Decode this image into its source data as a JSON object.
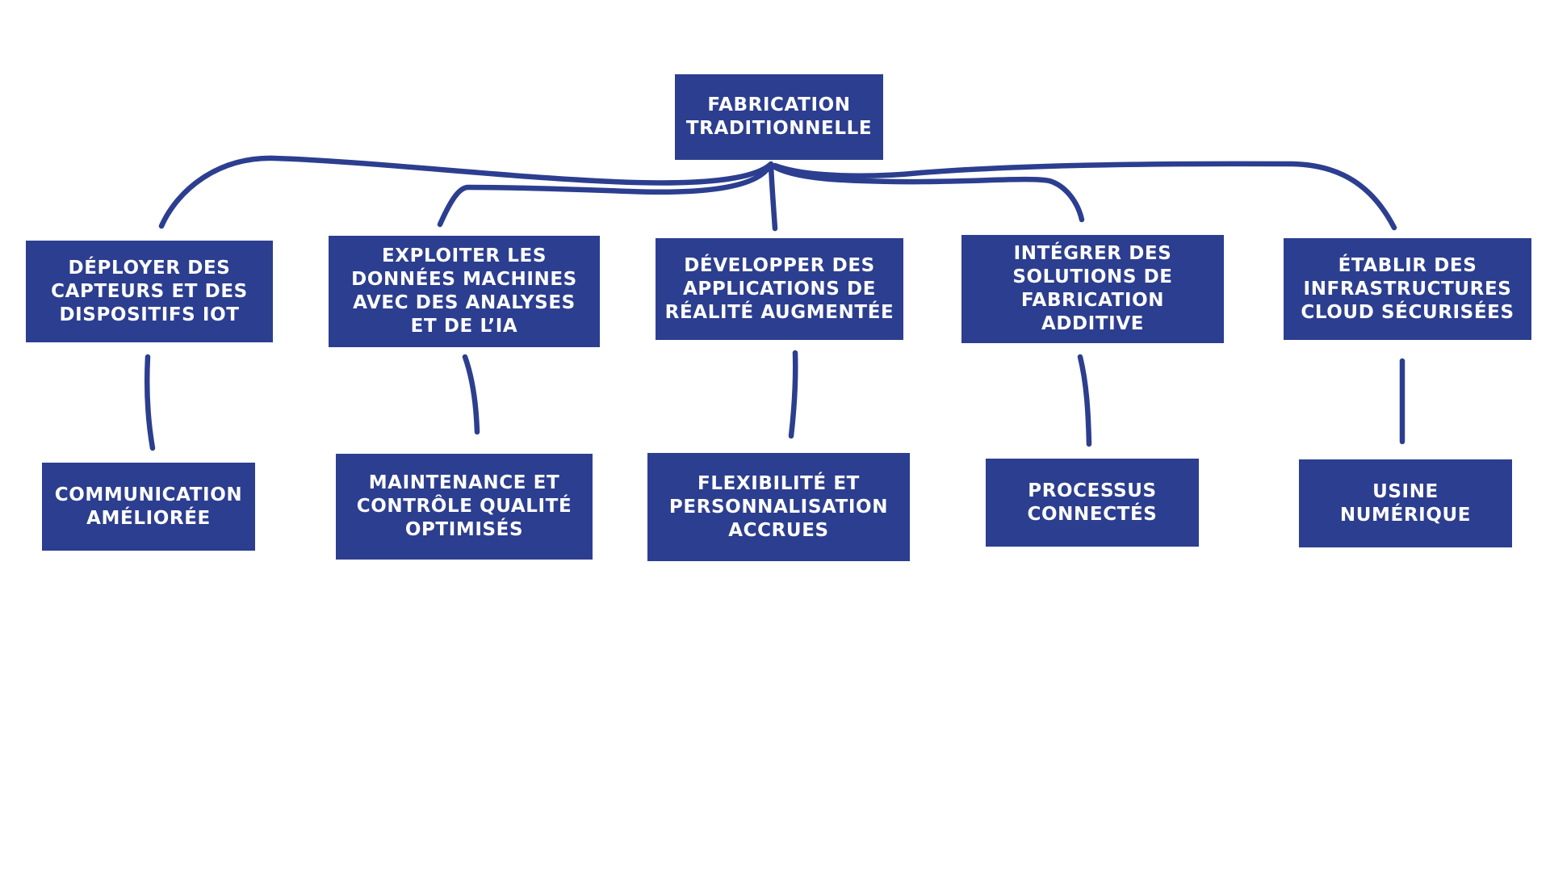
{
  "colors": {
    "box_fill": "#2c3e8f",
    "box_text": "#ffffff",
    "connector": "#2c3e8f",
    "background": "#ffffff"
  },
  "diagram": {
    "root": {
      "label": "FABRICATION\nTRADITIONNELLE"
    },
    "strategies": [
      {
        "label": "DÉPLOYER DES\nCAPTEURS ET DES\nDISPOSITIFS IOT"
      },
      {
        "label": "EXPLOITER LES\nDONNÉES MACHINES\nAVEC DES ANALYSES\nET DE L’IA"
      },
      {
        "label": "DÉVELOPPER DES\nAPPLICATIONS DE\nRÉALITÉ AUGMENTÉE"
      },
      {
        "label": "INTÉGRER DES\nSOLUTIONS DE\nFABRICATION\nADDITIVE"
      },
      {
        "label": "ÉTABLIR DES\nINFRASTRUCTURES\nCLOUD SÉCURISÉES"
      }
    ],
    "outcomes": [
      {
        "label": "COMMUNICATION\nAMÉLIORÉE"
      },
      {
        "label": "MAINTENANCE ET\nCONTRÔLE QUALITÉ\nOPTIMISÉS"
      },
      {
        "label": "FLEXIBILITÉ ET\nPERSONNALISATION\nACCRUES"
      },
      {
        "label": "PROCESSUS\nCONNECTÉS"
      },
      {
        "label": "USINE\nNUMÉRIQUE"
      }
    ]
  }
}
